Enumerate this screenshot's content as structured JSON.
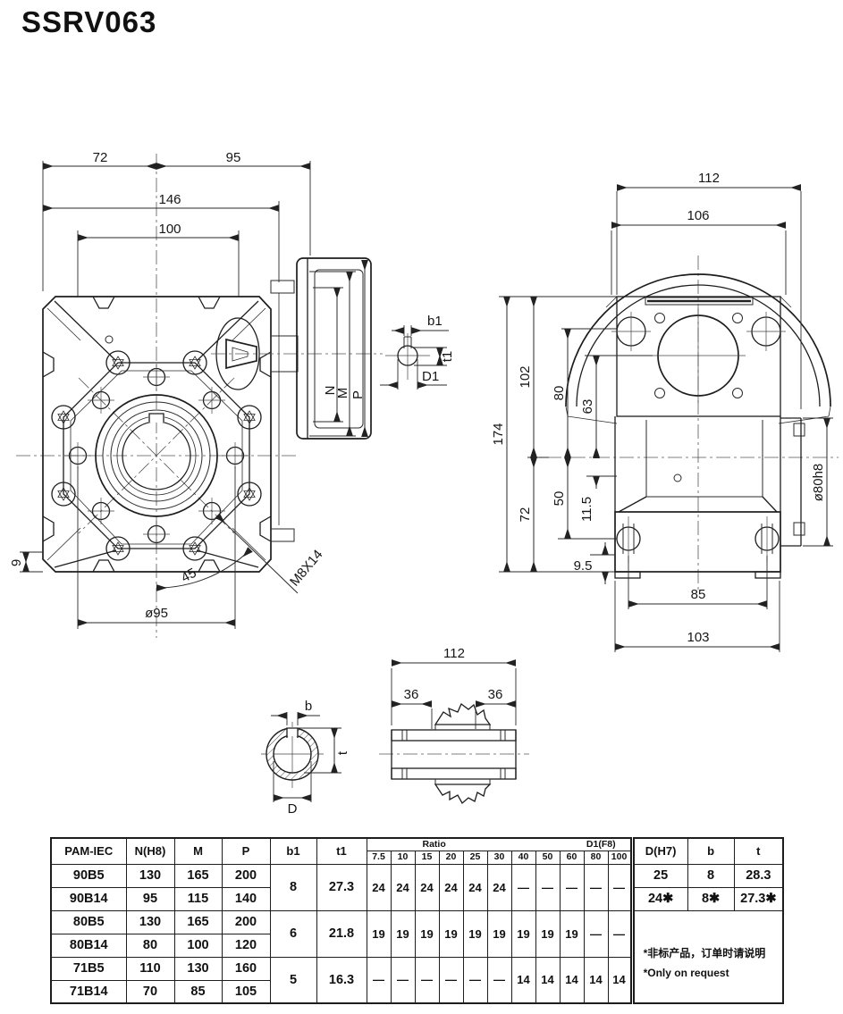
{
  "title": "SSRV063",
  "front_view": {
    "dim_72": "72",
    "dim_95": "95",
    "dim_146": "146",
    "dim_100": "100",
    "dim_9": "9",
    "dim_angle": "45",
    "dim_bolt_circle": "ø95",
    "dim_thread": "M8X14",
    "flange": {
      "n": "N",
      "m": "M",
      "p": "P"
    },
    "shaft_detail": {
      "b1": "b1",
      "t1": "t1",
      "d1": "D1"
    }
  },
  "side_view": {
    "dim_112": "112",
    "dim_106": "106",
    "dim_174": "174",
    "dim_102": "102",
    "dim_80": "80",
    "dim_63": "63",
    "dim_72": "72",
    "dim_50": "50",
    "dim_11_5": "11.5",
    "dim_9_5": "9.5",
    "dim_85": "85",
    "dim_103": "103",
    "dim_bore": "ø80h8"
  },
  "shaft_section": {
    "b": "b",
    "t": "t",
    "d": "D"
  },
  "hollow_shaft": {
    "dim_112": "112",
    "dim_36_left": "36",
    "dim_36_right": "36"
  },
  "table": {
    "col_headers": [
      "PAM-IEC",
      "N(H8)",
      "M",
      "P",
      "b1",
      "t1"
    ],
    "ratio_header": "Ratio",
    "d1_header": "D1(F8)",
    "ratio_cols": [
      "7.5",
      "10",
      "15",
      "20",
      "25",
      "30",
      "40",
      "50",
      "60",
      "80",
      "100"
    ],
    "right_headers": [
      "D(H7)",
      "b",
      "t"
    ],
    "rows": [
      {
        "pam": "90B5",
        "n": "130",
        "m": "165",
        "p": "200"
      },
      {
        "pam": "90B14",
        "n": "95",
        "m": "115",
        "p": "140"
      },
      {
        "pam": "80B5",
        "n": "130",
        "m": "165",
        "p": "200"
      },
      {
        "pam": "80B14",
        "n": "80",
        "m": "100",
        "p": "120"
      },
      {
        "pam": "71B5",
        "n": "110",
        "m": "130",
        "p": "160"
      },
      {
        "pam": "71B14",
        "n": "70",
        "m": "85",
        "p": "105"
      }
    ],
    "groups": [
      {
        "b1": "8",
        "t1": "27.3",
        "ratios": [
          "24",
          "24",
          "24",
          "24",
          "24",
          "24",
          "—",
          "—",
          "—",
          "—",
          "—"
        ]
      },
      {
        "b1": "6",
        "t1": "21.8",
        "ratios": [
          "19",
          "19",
          "19",
          "19",
          "19",
          "19",
          "19",
          "19",
          "19",
          "—",
          "—"
        ]
      },
      {
        "b1": "5",
        "t1": "16.3",
        "ratios": [
          "—",
          "—",
          "—",
          "—",
          "—",
          "—",
          "14",
          "14",
          "14",
          "14",
          "14"
        ]
      }
    ],
    "right_rows": [
      [
        "25",
        "8",
        "28.3"
      ],
      [
        "24✱",
        "8✱",
        "27.3✱"
      ]
    ],
    "note_line1": "*非标产品，订单时请说明",
    "note_line2": "*Only on request"
  }
}
